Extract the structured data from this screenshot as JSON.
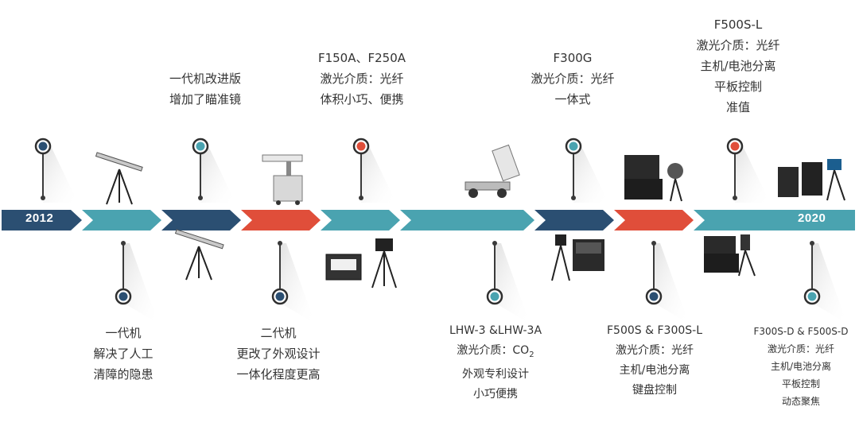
{
  "timeline": {
    "start_year": "2012",
    "end_year": "2020",
    "colors": {
      "dark_blue": "#2b4f72",
      "teal": "#4aa3b0",
      "red": "#e04e3a",
      "stem": "#3a3a3a"
    },
    "segments": [
      "dark_blue",
      "teal",
      "dark_blue",
      "red",
      "teal",
      "teal",
      "dark_blue",
      "red",
      "teal"
    ],
    "milestones": [
      {
        "id": "m1",
        "side": "top",
        "dot": "dark_blue",
        "lines": []
      },
      {
        "id": "m2",
        "side": "bottom",
        "dot": "dark_blue",
        "lines": [
          "一代机",
          "解决了人工",
          "清障的隐患"
        ]
      },
      {
        "id": "m3",
        "side": "top",
        "dot": "teal",
        "lines": [
          "一代机改进版",
          "增加了瞄准镜"
        ]
      },
      {
        "id": "m4",
        "side": "bottom",
        "dot": "dark_blue",
        "lines": [
          "二代机",
          "更改了外观设计",
          "一体化程度更高"
        ]
      },
      {
        "id": "m5",
        "side": "top",
        "dot": "red",
        "lines": [
          "F150A、F250A",
          "激光介质：光纤",
          "体积小巧、便携"
        ]
      },
      {
        "id": "m6",
        "side": "bottom",
        "dot": "teal",
        "lines": [
          "LHW-3 &LHW-3A",
          "激光介质：CO",
          "外观专利设计",
          "小巧便携"
        ],
        "sub": "2"
      },
      {
        "id": "m7",
        "side": "top",
        "dot": "teal",
        "lines": [
          "F300G",
          "激光介质：光纤",
          "一体式"
        ]
      },
      {
        "id": "m8",
        "side": "bottom",
        "dot": "dark_blue",
        "lines": [
          "F500S & F300S-L",
          "激光介质：光纤",
          "主机/电池分离",
          "键盘控制"
        ]
      },
      {
        "id": "m9",
        "side": "top",
        "dot": "red",
        "lines": [
          "F500S-L",
          "激光介质：光纤",
          "主机/电池分离",
          "平板控制",
          "准值"
        ]
      },
      {
        "id": "m10",
        "side": "bottom",
        "dot": "teal",
        "lines": [
          "F300S-D & F500S-D",
          "激光介质：光纤",
          "主机/电池分离",
          "平板控制",
          "动态聚焦"
        ]
      }
    ],
    "device_icons": [
      "tripod-laser-icon",
      "gimbal-cart-icon",
      "tripod-laser-icon",
      "case-tripod-icon",
      "wheeled-laser-cart-icon",
      "case-tripod-icon",
      "open-case-device-icon",
      "open-case-device-icon",
      "case-tripod-icon"
    ]
  }
}
